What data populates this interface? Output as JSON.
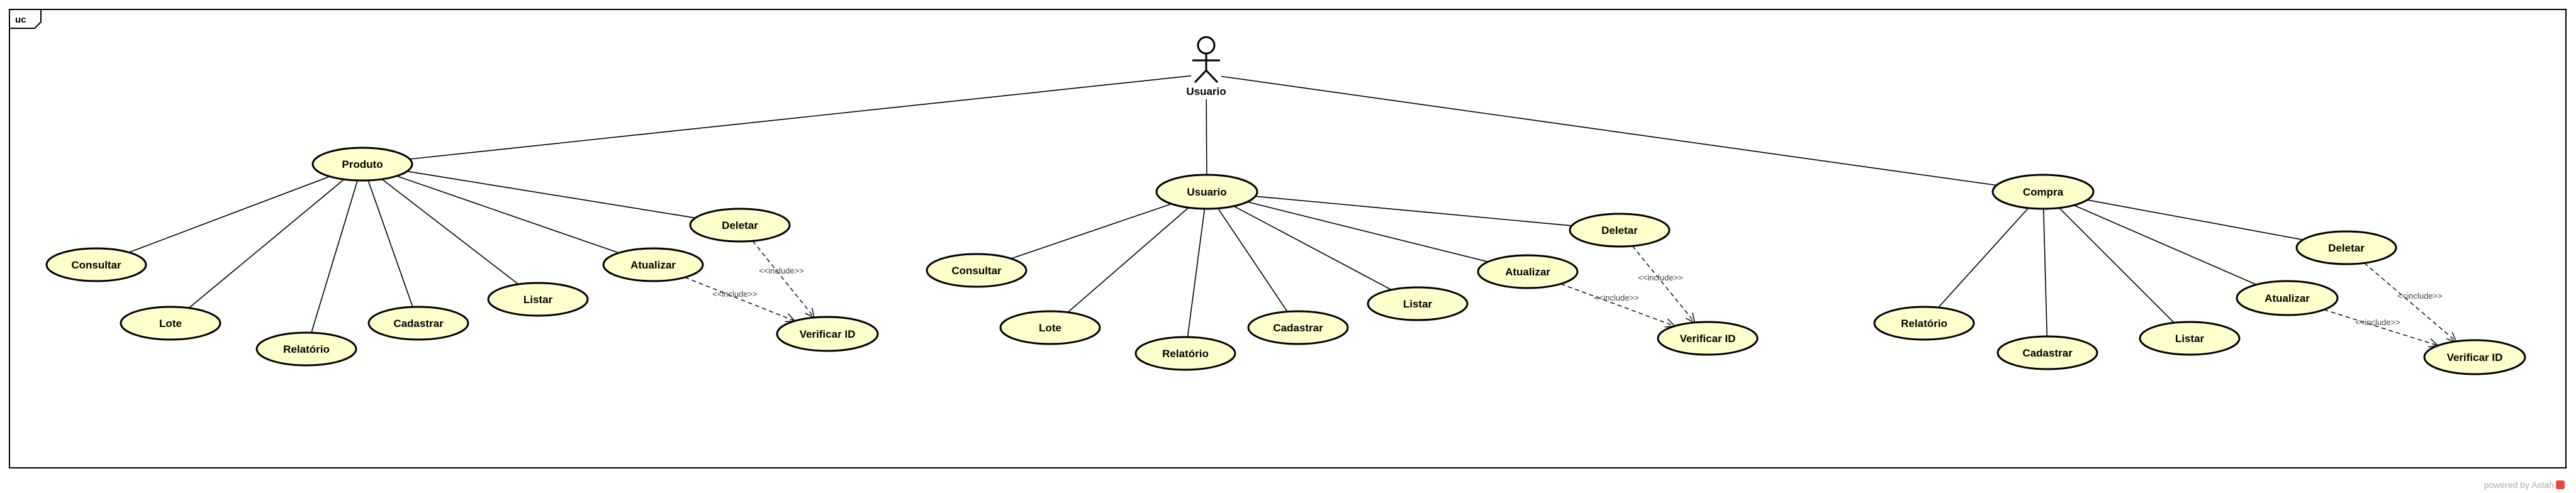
{
  "diagram": {
    "frame_label": "uc",
    "actor": {
      "name": "Usuario"
    },
    "footer": {
      "text": "powered by Astah"
    },
    "colors": {
      "use_case_fill": "#ffffcc",
      "stroke": "#000000",
      "footer_logo": "#e24b3b"
    },
    "include_label": "<<include>>",
    "use_cases": [
      {
        "id": "produto",
        "label": "Produto"
      },
      {
        "id": "p_consultar",
        "label": "Consultar"
      },
      {
        "id": "p_lote",
        "label": "Lote"
      },
      {
        "id": "p_relatorio",
        "label": "Relatório"
      },
      {
        "id": "p_cadastrar",
        "label": "Cadastrar"
      },
      {
        "id": "p_listar",
        "label": "Listar"
      },
      {
        "id": "p_atualizar",
        "label": "Atualizar"
      },
      {
        "id": "p_deletar",
        "label": "Deletar"
      },
      {
        "id": "p_verificar",
        "label": "Verificar ID"
      },
      {
        "id": "usuario",
        "label": "Usuario"
      },
      {
        "id": "u_consultar",
        "label": "Consultar"
      },
      {
        "id": "u_lote",
        "label": "Lote"
      },
      {
        "id": "u_relatorio",
        "label": "Relatório"
      },
      {
        "id": "u_cadastrar",
        "label": "Cadastrar"
      },
      {
        "id": "u_listar",
        "label": "Listar"
      },
      {
        "id": "u_atualizar",
        "label": "Atualizar"
      },
      {
        "id": "u_deletar",
        "label": "Deletar"
      },
      {
        "id": "u_verificar",
        "label": "Verificar ID"
      },
      {
        "id": "compra",
        "label": "Compra"
      },
      {
        "id": "c_relatorio",
        "label": "Relatório"
      },
      {
        "id": "c_cadastrar",
        "label": "Cadastrar"
      },
      {
        "id": "c_listar",
        "label": "Listar"
      },
      {
        "id": "c_atualizar",
        "label": "Atualizar"
      },
      {
        "id": "c_deletar",
        "label": "Deletar"
      },
      {
        "id": "c_verificar",
        "label": "Verificar ID"
      }
    ],
    "associations": [
      [
        "actor",
        "produto"
      ],
      [
        "actor",
        "usuario"
      ],
      [
        "actor",
        "compra"
      ],
      [
        "produto",
        "p_consultar"
      ],
      [
        "produto",
        "p_lote"
      ],
      [
        "produto",
        "p_relatorio"
      ],
      [
        "produto",
        "p_cadastrar"
      ],
      [
        "produto",
        "p_listar"
      ],
      [
        "produto",
        "p_atualizar"
      ],
      [
        "produto",
        "p_deletar"
      ],
      [
        "usuario",
        "u_consultar"
      ],
      [
        "usuario",
        "u_lote"
      ],
      [
        "usuario",
        "u_relatorio"
      ],
      [
        "usuario",
        "u_cadastrar"
      ],
      [
        "usuario",
        "u_listar"
      ],
      [
        "usuario",
        "u_atualizar"
      ],
      [
        "usuario",
        "u_deletar"
      ],
      [
        "compra",
        "c_relatorio"
      ],
      [
        "compra",
        "c_cadastrar"
      ],
      [
        "compra",
        "c_listar"
      ],
      [
        "compra",
        "c_atualizar"
      ],
      [
        "compra",
        "c_deletar"
      ]
    ],
    "includes": [
      [
        "p_deletar",
        "p_verificar"
      ],
      [
        "p_atualizar",
        "p_verificar"
      ],
      [
        "u_deletar",
        "u_verificar"
      ],
      [
        "u_atualizar",
        "u_verificar"
      ],
      [
        "c_deletar",
        "c_verificar"
      ],
      [
        "c_atualizar",
        "c_verificar"
      ]
    ]
  }
}
